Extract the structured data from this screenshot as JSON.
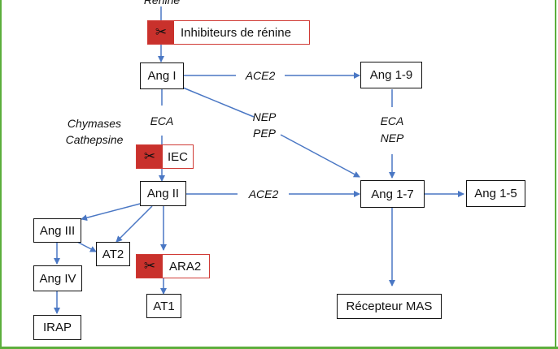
{
  "diagram": {
    "top_label": "Rénine",
    "inhibitors": {
      "renin": "Inhibiteurs de rénine",
      "iec": "IEC",
      "ara2": "ARA2"
    },
    "nodes": {
      "ang1": "Ang I",
      "ang19": "Ang 1-9",
      "ang2": "Ang II",
      "ang17": "Ang 1-7",
      "ang15": "Ang 1-5",
      "ang3": "Ang III",
      "at2": "AT2",
      "ang4": "Ang IV",
      "at1": "AT1",
      "irap": "IRAP",
      "mas": "Récepteur MAS"
    },
    "labels": {
      "ace2_top": "ACE2",
      "ace2_mid": "ACE2",
      "nep": "NEP",
      "pep": "PEP",
      "eca_left": "ECA",
      "eca_right": "ECA",
      "nep_right": "NEP",
      "chymases": "Chymases",
      "cathepsine": "Cathepsine"
    },
    "icon": "scissors-icon",
    "colors": {
      "arrow": "#4a77c4",
      "inhibitor": "#c9312c",
      "frame": "#5cae3c"
    }
  }
}
